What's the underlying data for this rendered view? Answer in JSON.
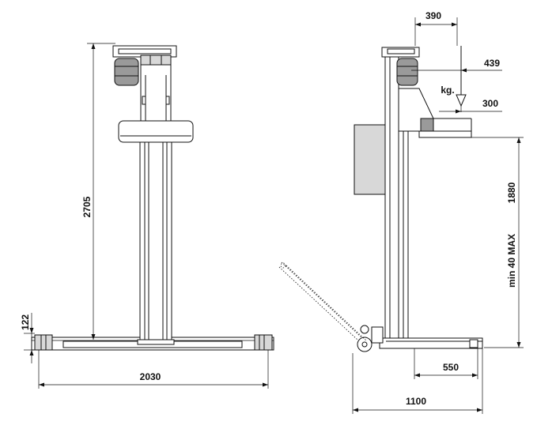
{
  "labels": {
    "front_height": "2705",
    "front_base_height": "122",
    "front_width": "2030",
    "side_arm_reach": "390",
    "side_load_center": "439",
    "side_fork_length": "300",
    "side_load_unit": "kg.",
    "side_lift_height": "1880",
    "side_min_height": "min 40 MAX",
    "side_leg_length": "550",
    "side_total_length": "1100"
  }
}
